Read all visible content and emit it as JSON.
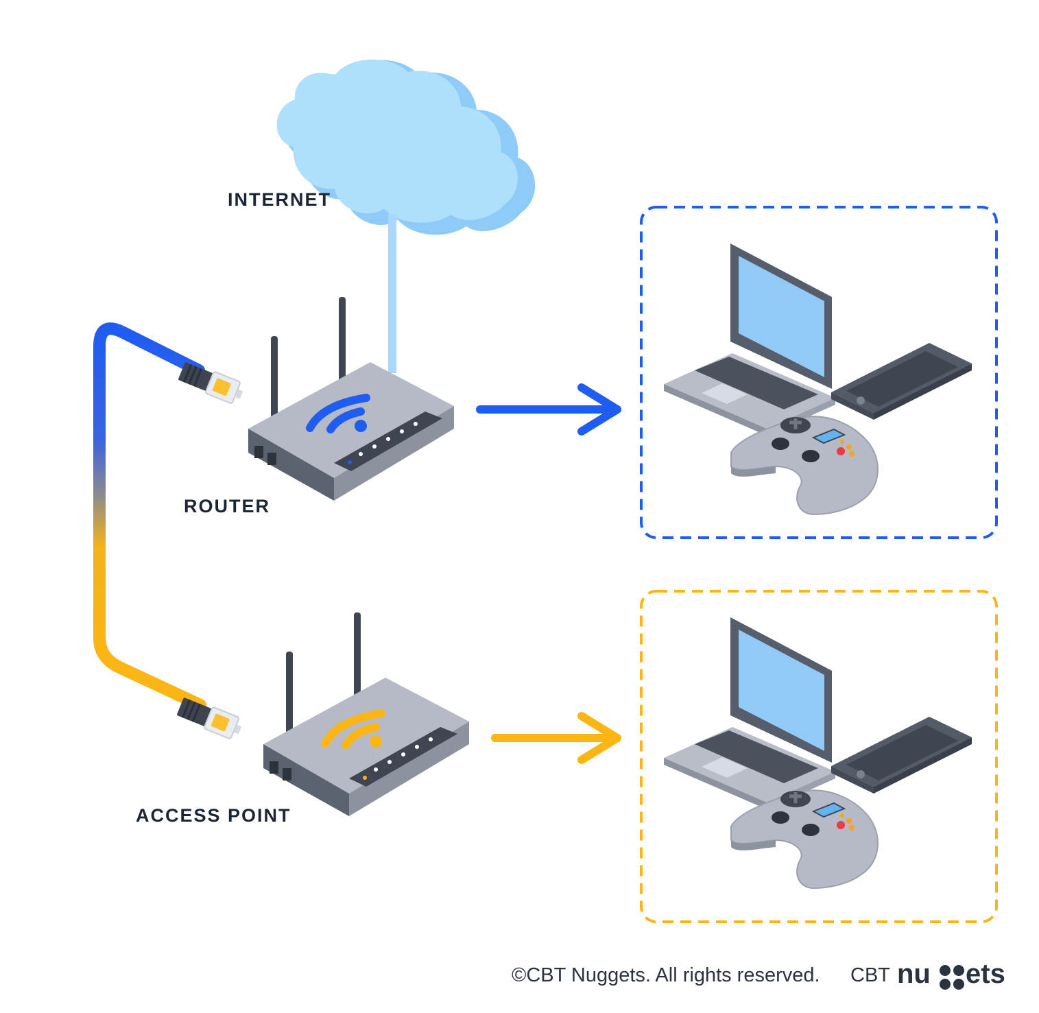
{
  "labels": {
    "internet": "INTERNET",
    "router": "ROUTER",
    "access_point": "ACCESS POINT"
  },
  "footer": {
    "copyright": "©CBT Nuggets. All rights reserved.",
    "brand_prefix": "CBT",
    "brand_part1": "nu",
    "brand_part2": "ets"
  },
  "colors": {
    "router_blue": "#1f5cf2",
    "access_point_yellow": "#fbb514",
    "cloud_light": "#aee0fb",
    "cloud_edge": "#8fcbf8",
    "device_gray": "#b5bac6",
    "device_dark": "#3f4652",
    "screen_blue": "#93c9f6",
    "text_dark": "#1b2533"
  }
}
